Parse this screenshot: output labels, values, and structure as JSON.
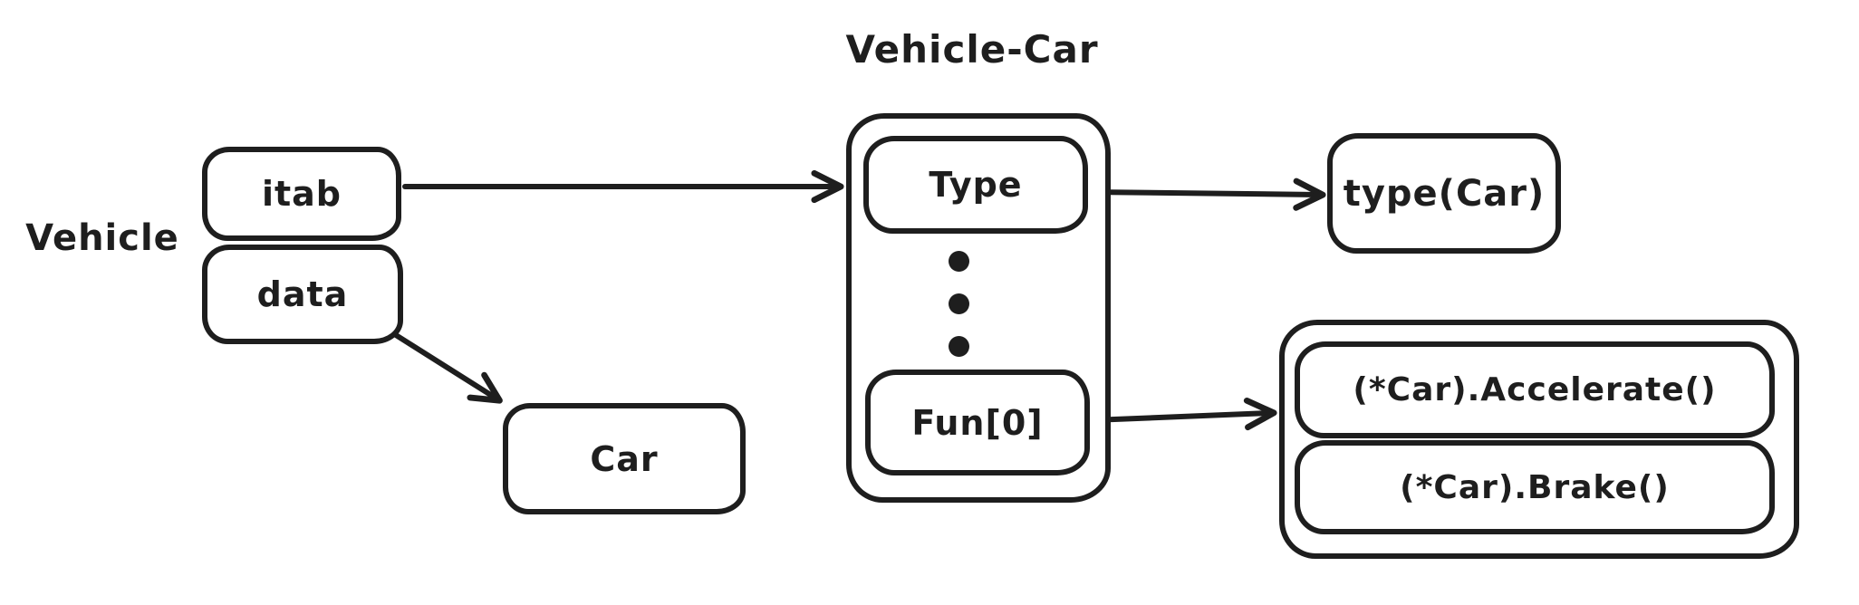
{
  "diagram": {
    "title": "Vehicle-Car",
    "colors": {
      "stroke": "#1e1e1e",
      "background": "#ffffff"
    },
    "interface_value": {
      "label": "Vehicle",
      "fields": [
        {
          "label": "itab"
        },
        {
          "label": "data"
        }
      ]
    },
    "concrete_value": {
      "label": "Car"
    },
    "itable": {
      "slots": [
        {
          "label": "Type"
        },
        {
          "label": "Fun[0]"
        }
      ],
      "ellipsis_dot_count": 3
    },
    "type_info": {
      "label": "type(Car)"
    },
    "method_table": {
      "methods": [
        {
          "label": "(*Car).Accelerate()"
        },
        {
          "label": "(*Car).Brake()"
        }
      ]
    }
  }
}
